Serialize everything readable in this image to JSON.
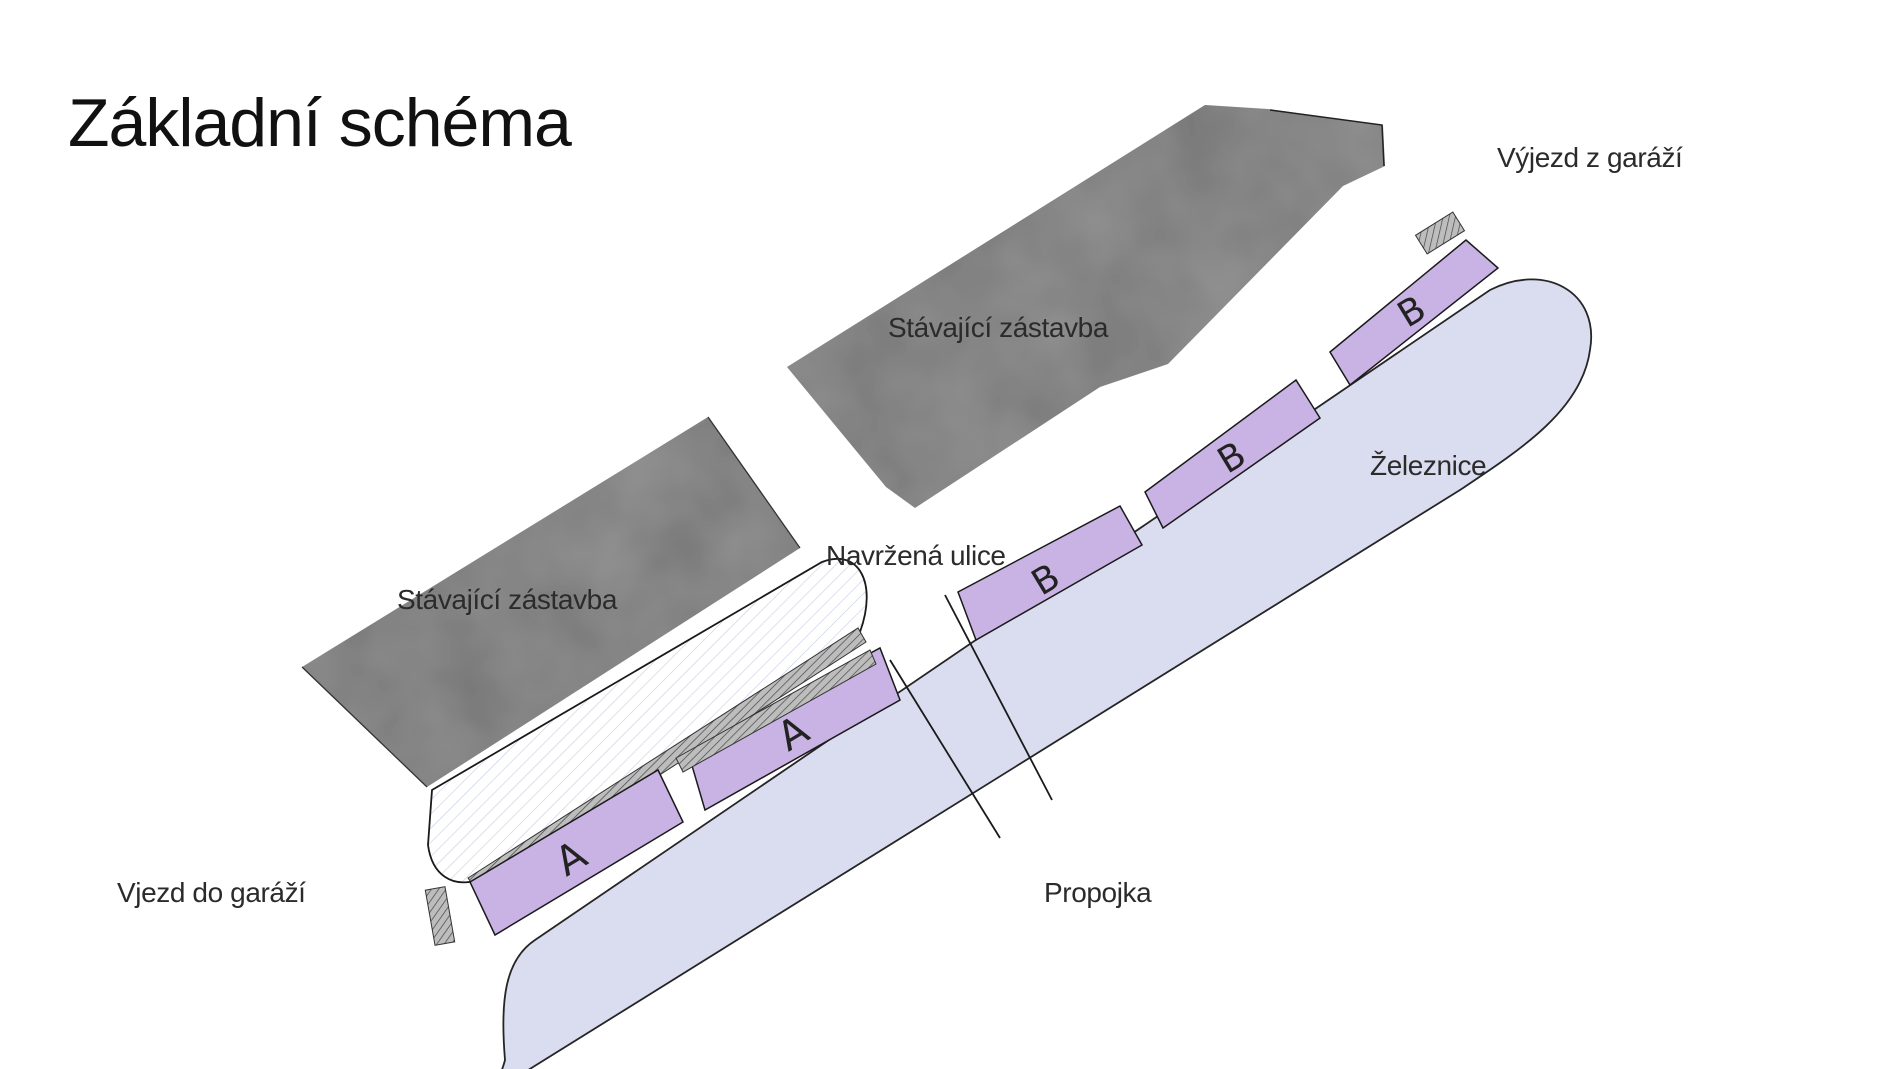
{
  "title": "Základní schéma",
  "labels": {
    "existing_top": "Stávající zástavba",
    "existing_left": "Stávající zástavba",
    "proposed_street": "Navržená ulice",
    "railway": "Železnice",
    "garage_exit": "Výjezd z garáží",
    "garage_entry": "Vjezd do garáží",
    "connector": "Propojka"
  },
  "plot_letters": {
    "a": "A",
    "b": "B"
  },
  "colors": {
    "existing_building": "#8f8f8f",
    "railway": "#d9dbef",
    "plot": "#c9b2e4",
    "outline": "#1a1a1a"
  }
}
